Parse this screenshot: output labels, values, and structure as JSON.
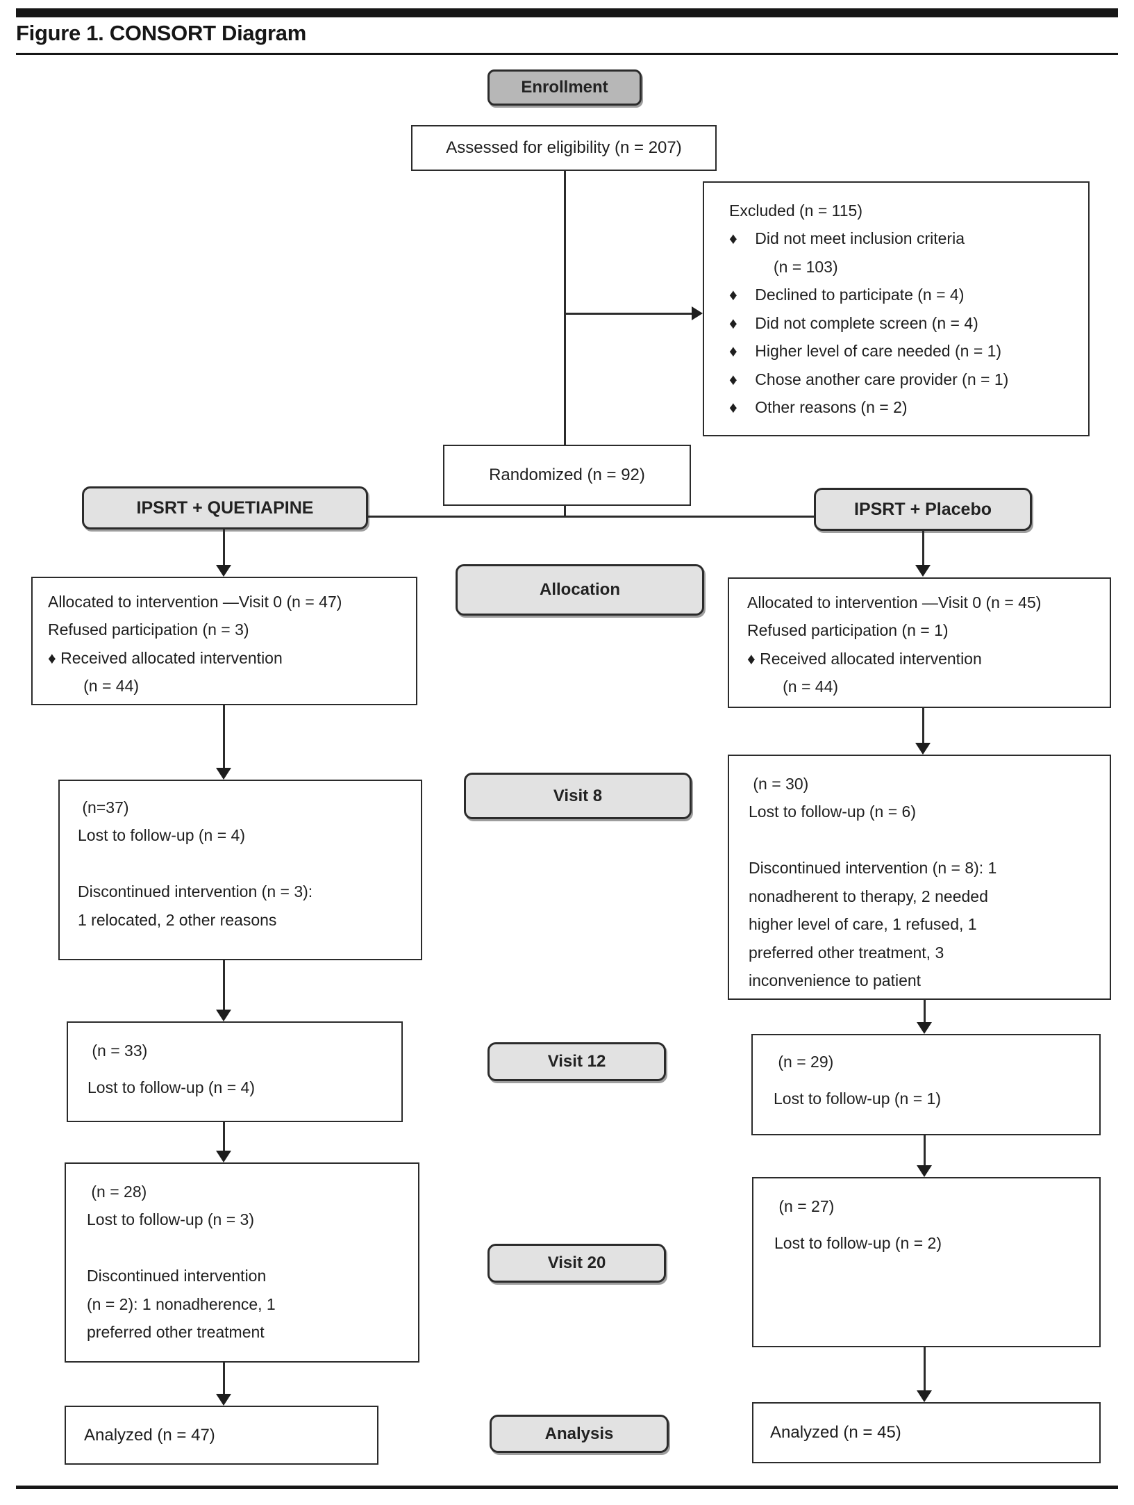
{
  "figure": {
    "title": "Figure 1. CONSORT Diagram"
  },
  "stages": {
    "enrollment": "Enrollment",
    "allocation": "Allocation",
    "visit8": "Visit 8",
    "visit12": "Visit 12",
    "visit20": "Visit 20",
    "analysis": "Analysis"
  },
  "arms": {
    "left": "IPSRT + QUETIAPINE",
    "right": "IPSRT + Placebo"
  },
  "boxes": {
    "assessed": "Assessed for eligibility (n = 207)",
    "randomized": "Randomized (n = 92)",
    "excluded": {
      "lines": [
        "Excluded (n = 115)",
        "♦    Did not meet inclusion criteria",
        "          (n = 103)",
        "♦    Declined to participate (n = 4)",
        "♦    Did not complete screen (n = 4)",
        "♦    Higher level of care needed (n = 1)",
        "♦    Chose another care provider (n = 1)",
        "♦    Other reasons (n = 2)"
      ]
    },
    "alloc_left": {
      "lines": [
        "Allocated to intervention —Visit 0 (n = 47)",
        "Refused participation (n = 3)",
        "♦ Received allocated intervention",
        "        (n = 44)"
      ]
    },
    "alloc_right": {
      "lines": [
        "Allocated to intervention —Visit 0 (n = 45)",
        "Refused participation (n = 1)",
        "♦ Received allocated intervention",
        "        (n = 44)"
      ]
    },
    "visit8_left": {
      "lines": [
        " (n=37)",
        "Lost to follow-up (n = 4)",
        "",
        "Discontinued intervention (n = 3):",
        "1 relocated, 2 other reasons"
      ]
    },
    "visit8_right": {
      "lines": [
        " (n = 30)",
        "Lost to follow-up (n = 6)",
        "",
        "Discontinued intervention (n = 8): 1",
        "nonadherent to therapy, 2 needed",
        "higher level of care, 1 refused, 1",
        "preferred other treatment, 3",
        "inconvenience to patient"
      ]
    },
    "visit12_left": {
      "lines": [
        " (n = 33)",
        "Lost to follow-up (n = 4)"
      ]
    },
    "visit12_right": {
      "lines": [
        " (n = 29)",
        "Lost to follow-up (n = 1)"
      ]
    },
    "visit20_left": {
      "lines": [
        " (n = 28)",
        "Lost to follow-up (n = 3)",
        "",
        "Discontinued intervention",
        "(n = 2): 1 nonadherence, 1",
        "preferred other treatment"
      ]
    },
    "visit20_right": {
      "lines": [
        " (n = 27)",
        "Lost to follow-up (n = 2)"
      ]
    },
    "analyzed_left": "Analyzed (n = 47)",
    "analyzed_right": "Analyzed (n = 45)"
  },
  "colors": {
    "stage_fill": "#e2e2e2",
    "enrollment_fill": "#b7b7b7",
    "box_border": "#2b2b2b",
    "line": "#2b2b2b",
    "text": "#1e1e1e"
  }
}
